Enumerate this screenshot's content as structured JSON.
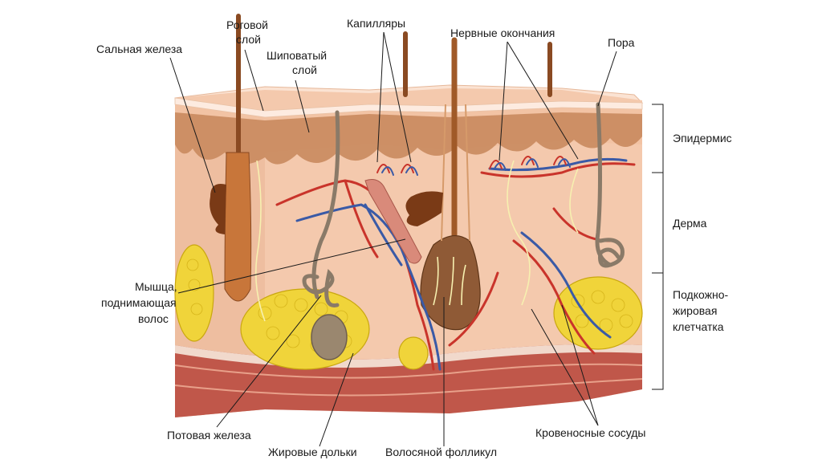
{
  "labels": {
    "sebaceous_gland": "Сальная железа",
    "stratum_corneum_1": "Роговой",
    "stratum_corneum_2": "слой",
    "stratum_spinosum_1": "Шиповатый",
    "stratum_spinosum_2": "слой",
    "capillaries": "Капилляры",
    "nerve_endings": "Нервные окончания",
    "pore": "Пора",
    "epidermis": "Эпидермис",
    "dermis": "Дерма",
    "subcutis_1": "Подкожно-",
    "subcutis_2": "жировая",
    "subcutis_3": "клетчатка",
    "arrector_1": "Мышца,",
    "arrector_2": "поднимающая",
    "arrector_3": "волос",
    "sweat_gland": "Потовая железа",
    "fat_lobules": "Жировые дольки",
    "hair_follicle": "Волосяной фолликул",
    "blood_vessels": "Кровеносные сосуды"
  },
  "colors": {
    "epidermis": "#f2c3a4",
    "corneum": "#fbe3d3",
    "spinosum": "#c98a5e",
    "dermis": "#f4c9ad",
    "fat": "#f0d43a",
    "fat_edge": "#c9a70f",
    "muscle_band": "#c0574a",
    "artery": "#c9342b",
    "vein": "#3a5aa6",
    "hair": "#8a4a22",
    "nerve": "#f7f0b0"
  }
}
